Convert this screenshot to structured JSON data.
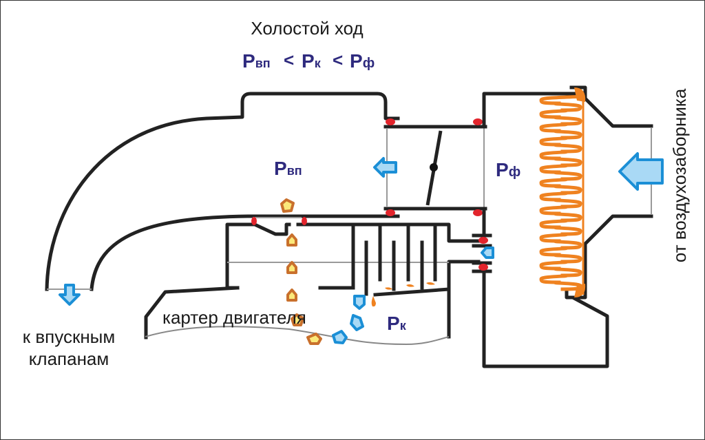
{
  "diagram": {
    "title": "Холостой ход",
    "formula": {
      "p1": "P",
      "p1_sub": "вп",
      "op1": "<",
      "p2": "P",
      "p2_sub": "к",
      "op2": "<",
      "p3": "P",
      "p3_sub": "ф"
    },
    "labels": {
      "intake_pressure": {
        "main": "P",
        "sub": "вп"
      },
      "filter_pressure": {
        "main": "P",
        "sub": "ф"
      },
      "crankcase_pressure": {
        "main": "P",
        "sub": "к"
      },
      "crankcase": "картер двигателя",
      "to_valves_line1": "к впускным",
      "to_valves_line2": "клапанам",
      "from_air_intake": "от воздухозаборника"
    },
    "colors": {
      "wall": "#222222",
      "pressure_label": "#2e2a7e",
      "air_arrow_fill": "#a9d9f5",
      "air_arrow_stroke": "#1b8fd6",
      "filter_element": "#ef8220",
      "seal": "#e2242c",
      "oil_particle_fill": "#fbe97a",
      "oil_particle_stroke": "#c9702c"
    }
  }
}
